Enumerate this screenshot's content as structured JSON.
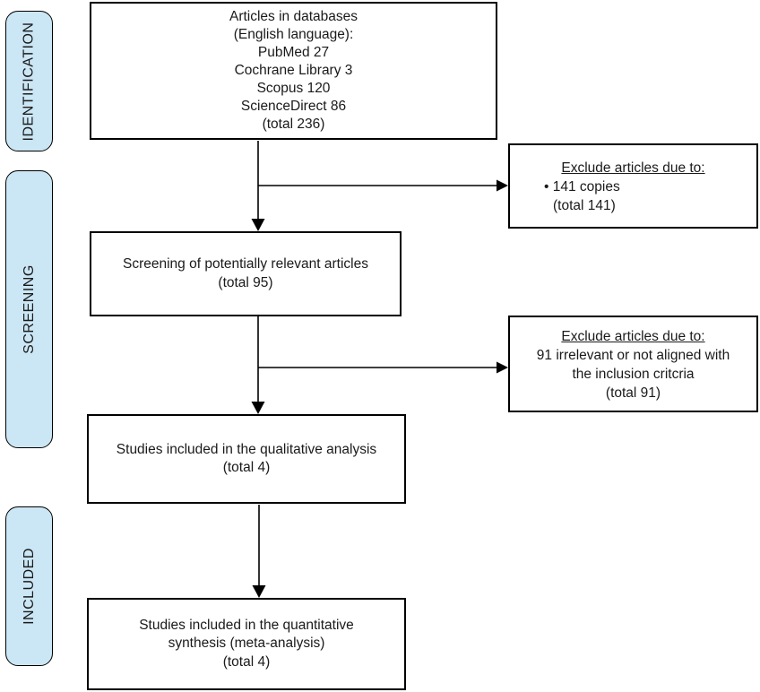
{
  "stages": [
    {
      "label": "IDENTIFICATION"
    },
    {
      "label": "SCREENING"
    },
    {
      "label": "INCLUDED"
    }
  ],
  "boxes": {
    "databases": {
      "lines": [
        "Articles in databases",
        "(English language):",
        "PubMed 27",
        "Cochrane Library 3",
        "Scopus 120",
        "ScienceDirect 86",
        "(total 236)"
      ]
    },
    "screening": {
      "lines": [
        "Screening of potentially relevant articles",
        "(total 95)"
      ]
    },
    "qualitative": {
      "lines": [
        "Studies included in the qualitative analysis",
        "(total 4)"
      ]
    },
    "quantitative": {
      "lines": [
        "Studies included in the quantitative",
        "synthesis (meta-analysis)",
        "(total 4)"
      ]
    },
    "exclude1": {
      "heading": "Exclude articles due to:",
      "lines": [
        "• 141 copies",
        "(total 141)"
      ]
    },
    "exclude2": {
      "heading": "Exclude articles due to:",
      "lines": [
        "91 irrelevant or not aligned with",
        "the inclusion critcria",
        "(total 91)"
      ]
    }
  },
  "colors": {
    "stage_fill": "#cbe6f5",
    "border": "#000000",
    "arrow": "#000000",
    "text": "#1a1a1a",
    "background": "#ffffff"
  }
}
